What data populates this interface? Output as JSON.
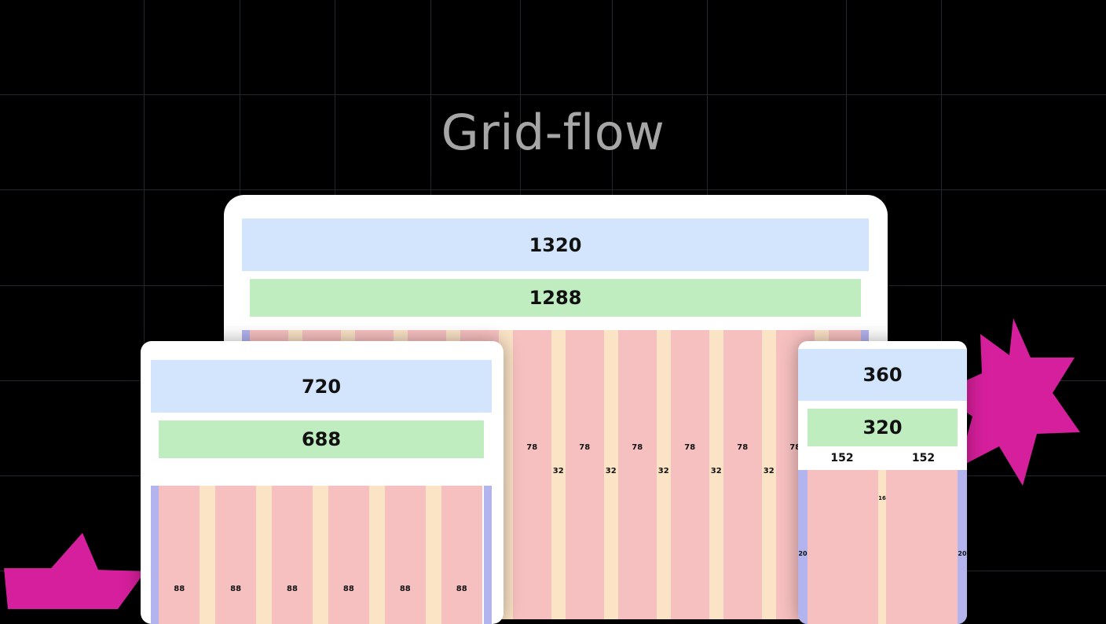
{
  "title": "Grid-flow",
  "colors": {
    "background": "#000000",
    "gridline": "#22282e",
    "title": "#a6a6a6",
    "container_bar": "#d3e4fd",
    "content_bar": "#c0edc0",
    "column": "#f7c0c0",
    "gutter": "#fbe3c6",
    "margin": "#b3b3ee",
    "star": "#d61f9c"
  },
  "desktop": {
    "container": "1320",
    "content": "1288",
    "column_width": "78",
    "gutter_width": "32",
    "gutter_partial": "2"
  },
  "tablet": {
    "container": "720",
    "content": "688",
    "column_width": "88"
  },
  "mobile": {
    "container": "360",
    "content": "320",
    "col_left": "152",
    "col_right": "152",
    "gutter_width": "16",
    "margin_left": "20",
    "margin_right": "20"
  }
}
